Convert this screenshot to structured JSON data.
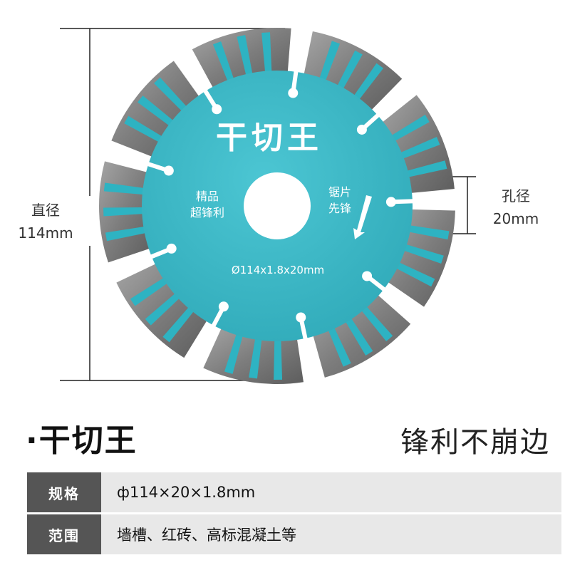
{
  "blade": {
    "brand_text": "干切王",
    "left_label_line1": "精品",
    "left_label_line2": "超锋利",
    "right_label_line1": "锯片",
    "right_label_line2": "先锋",
    "spec_print": "Ø114x1.8x20mm",
    "colors": {
      "body": "#3cb8c6",
      "segment": "#8a8a8a",
      "accent": "#2eb3c2"
    }
  },
  "dimensions": {
    "diameter_label": "直径",
    "diameter_value": "114mm",
    "hole_label": "孔径",
    "hole_value": "20mm"
  },
  "product": {
    "title": "·干切王",
    "slogan": "锋利不崩边"
  },
  "specs": [
    {
      "label": "规格",
      "value": "ф114×20×1.8mm"
    },
    {
      "label": "范围",
      "value": "墙槽、红砖、高标混凝土等"
    }
  ]
}
